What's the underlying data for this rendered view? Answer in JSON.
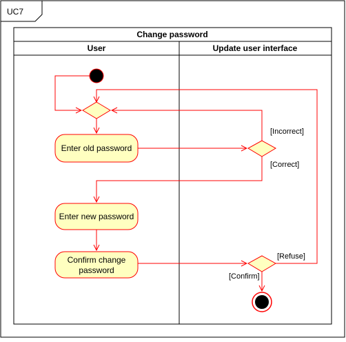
{
  "frame": {
    "label": "UC7"
  },
  "pool": {
    "title": "Change password",
    "lanes": [
      {
        "label": "User"
      },
      {
        "label": "Update user interface"
      }
    ]
  },
  "actions": {
    "enter_old": "Enter old password",
    "enter_new": "Enter new password",
    "confirm_line1": "Confirm change",
    "confirm_line2": "password"
  },
  "guards": {
    "incorrect": "[Incorrect]",
    "correct": "[Correct]",
    "refuse": "[Refuse]",
    "confirm": "[Confirm]"
  },
  "colors": {
    "line": "#ff0000",
    "node_fill": "#ffffc0",
    "node_stroke": "#ff0000",
    "border": "#000000"
  }
}
